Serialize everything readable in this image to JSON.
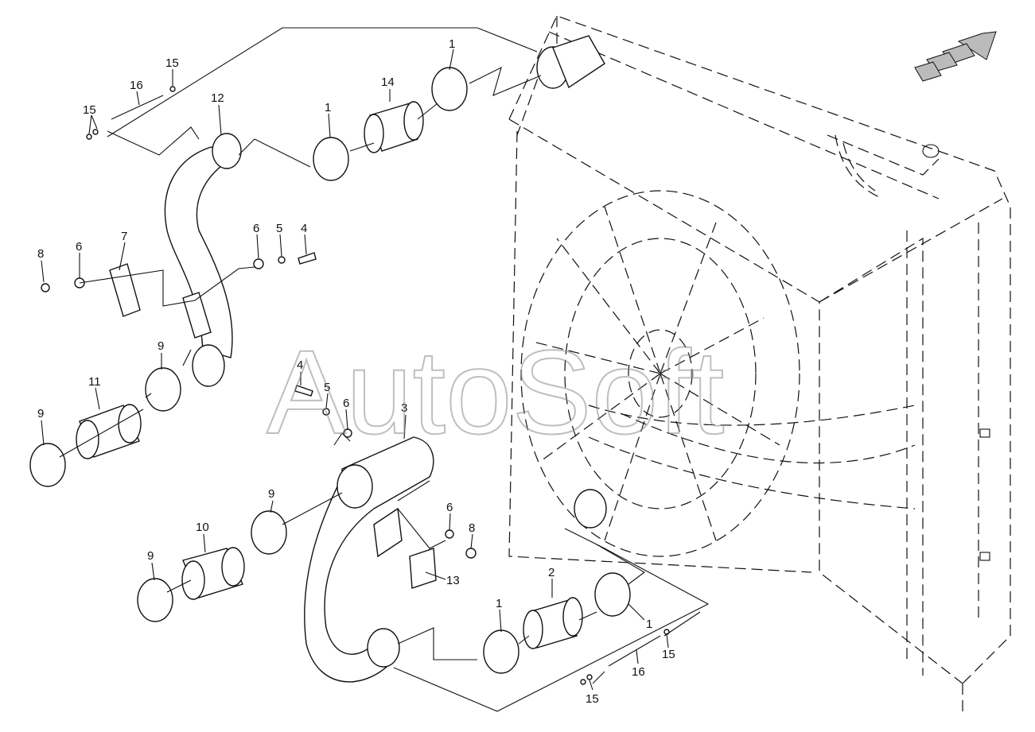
{
  "watermark": "AutoSoft",
  "callouts": {
    "c1a": "1",
    "c1b": "1",
    "c1c": "1",
    "c1d": "1",
    "c2": "2",
    "c3": "3",
    "c4a": "4",
    "c4b": "4",
    "c5a": "5",
    "c5b": "5",
    "c6a": "6",
    "c6b": "6",
    "c6c": "6",
    "c6d": "6",
    "c7": "7",
    "c8a": "8",
    "c8b": "8",
    "c9a": "9",
    "c9b": "9",
    "c9c": "9",
    "c9d": "9",
    "c10": "10",
    "c11": "11",
    "c12": "12",
    "c13": "13",
    "c14": "14",
    "c15a": "15",
    "c15b": "15",
    "c15c": "15",
    "c15d": "15",
    "c16a": "16",
    "c16b": "16"
  }
}
